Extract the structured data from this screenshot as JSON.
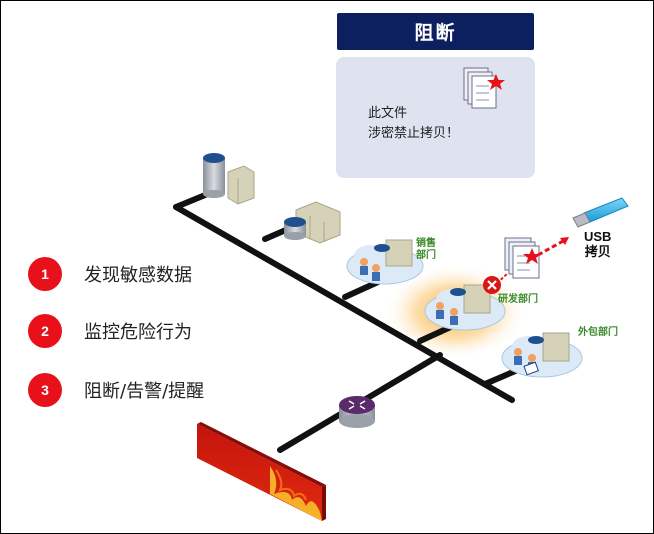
{
  "block_panel": {
    "title": "阻断",
    "message_line1": "此文件",
    "message_line2": "涉密禁止拷贝！",
    "icon": "confidential-document-icon"
  },
  "legend": [
    {
      "number": "1",
      "label": "发现敏感数据"
    },
    {
      "number": "2",
      "label": "监控危险行为"
    },
    {
      "number": "3",
      "label": "阻断/告警/提醒"
    }
  ],
  "departments": {
    "sales": {
      "line1": "销售",
      "line2": "部门"
    },
    "rnd": "研发部门",
    "outsource": "外包部门"
  },
  "usb": {
    "line1": "USB",
    "line2": "拷贝"
  },
  "colors": {
    "title_bg": "#0c1f5e",
    "panel_bg": "#dfe3f0",
    "badge_red": "#e8101a",
    "dept_green": "#3a8a2a",
    "highlight_orange": "#f7a62a"
  }
}
